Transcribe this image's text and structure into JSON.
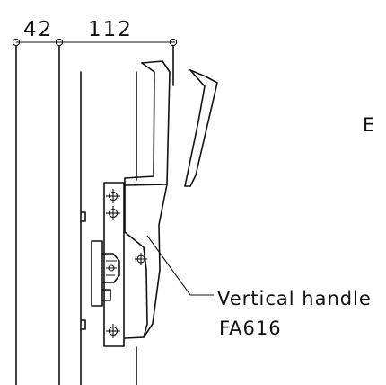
{
  "dimensions": {
    "left": "42",
    "right": "112"
  },
  "corner_label": "E",
  "callout": {
    "line1": "Vertical handle",
    "line2": "FA616"
  }
}
